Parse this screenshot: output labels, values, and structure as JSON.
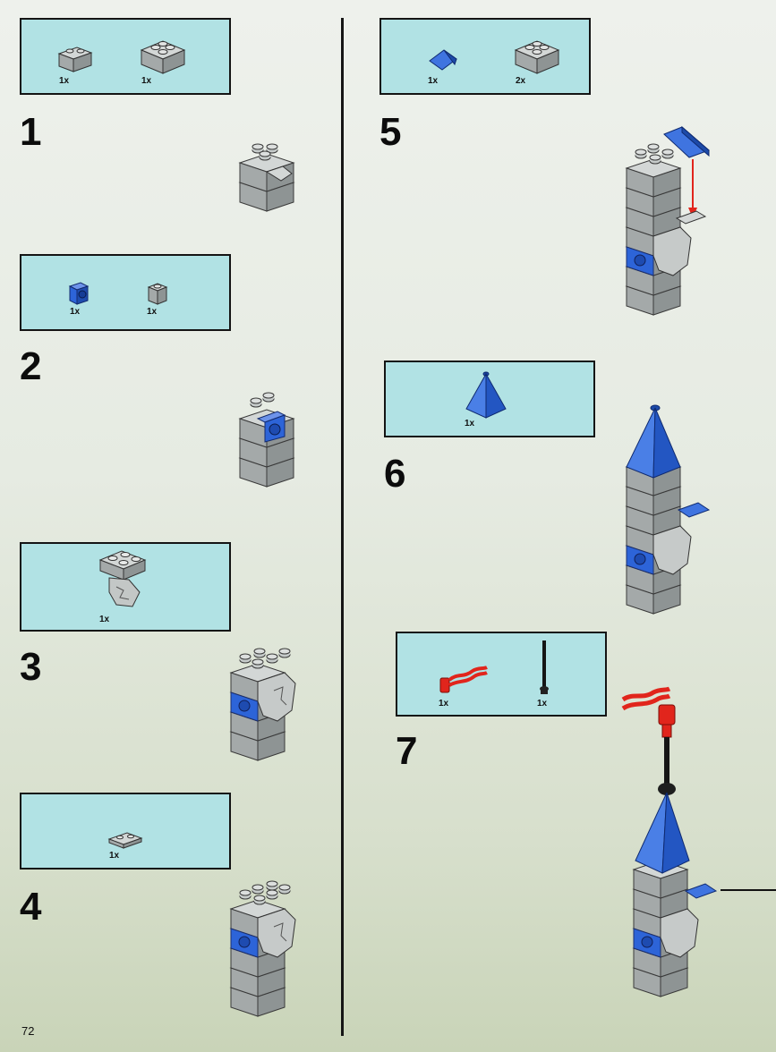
{
  "page": {
    "number": "72"
  },
  "colors": {
    "panel": "#b1e2e4",
    "gray": "#a9aeae",
    "blue": "#2d64d8",
    "red": "#e1251c",
    "black": "#151515"
  },
  "steps": [
    {
      "number": "1",
      "parts": [
        {
          "qty": "1x",
          "icon": "gray-brick-1x2"
        },
        {
          "qty": "1x",
          "icon": "gray-brick-2x2"
        }
      ]
    },
    {
      "number": "2",
      "parts": [
        {
          "qty": "1x",
          "icon": "blue-side-stud-brick"
        },
        {
          "qty": "1x",
          "icon": "gray-brick-1x1"
        }
      ]
    },
    {
      "number": "3",
      "parts": [
        {
          "qty": "1x",
          "icon": "gray-rock-assembly"
        }
      ]
    },
    {
      "number": "4",
      "parts": [
        {
          "qty": "1x",
          "icon": "gray-plate-1x2"
        }
      ]
    },
    {
      "number": "5",
      "parts": [
        {
          "qty": "1x",
          "icon": "blue-roof-tile"
        },
        {
          "qty": "2x",
          "icon": "gray-brick-2x2"
        }
      ]
    },
    {
      "number": "6",
      "parts": [
        {
          "qty": "1x",
          "icon": "blue-cone-roof"
        }
      ]
    },
    {
      "number": "7",
      "parts": [
        {
          "qty": "1x",
          "icon": "red-flag"
        },
        {
          "qty": "1x",
          "icon": "black-antenna"
        }
      ]
    }
  ]
}
